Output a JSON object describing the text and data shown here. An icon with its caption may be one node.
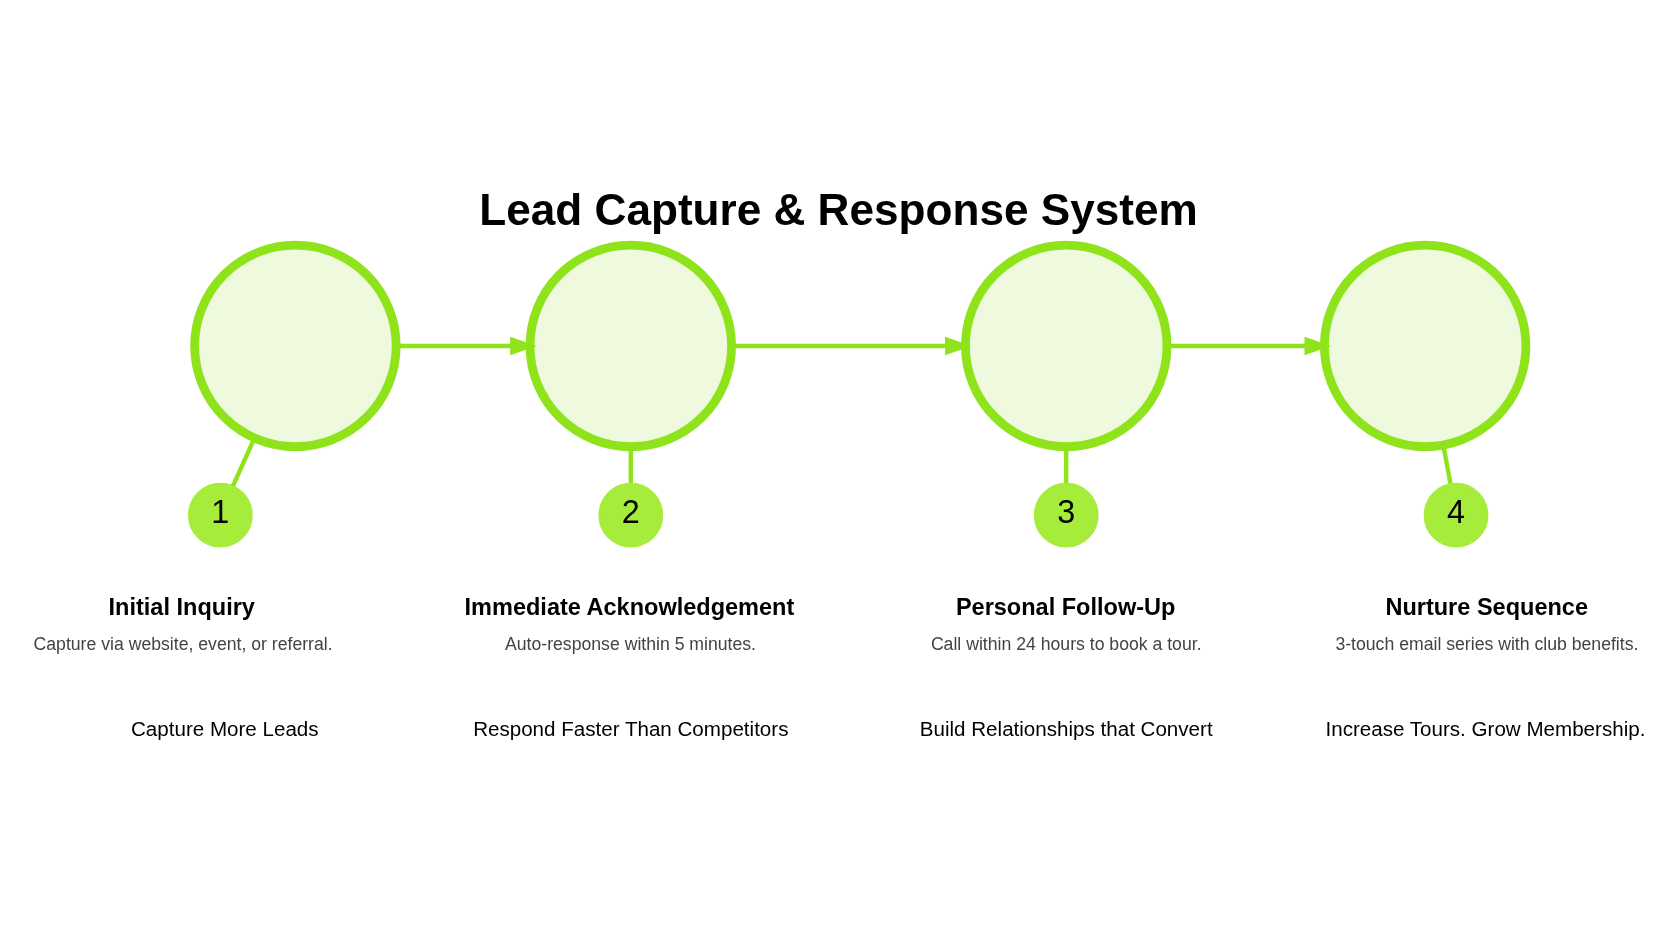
{
  "diagram": {
    "title": "Lead Capture & Response System",
    "nodes": [
      {
        "text": [],
        "shape": "circle"
      },
      {
        "text": [],
        "shape": "circle"
      },
      {
        "text": [],
        "shape": "circle"
      },
      {
        "text": [],
        "shape": "circle"
      },
      {
        "text": [
          "1"
        ],
        "beside": [
          "Initial Inquiry",
          "Capture via website, event, or referral."
        ]
      },
      {
        "text": [
          "2"
        ],
        "beside": [
          "Immediate Acknowledgement",
          "Auto-response within 5 minutes."
        ]
      },
      {
        "text": [
          "3"
        ],
        "beside": [
          "Personal Follow-Up",
          "Call within 24 hours to book a tour."
        ]
      },
      {
        "text": [
          "4"
        ],
        "beside": [
          "Nurture Sequence",
          "3-touch email series with club benefits."
        ]
      }
    ],
    "edges": [
      {
        "from": 0,
        "to": 1,
        "arrow": "to"
      },
      {
        "from": 1,
        "to": 2,
        "arrow": "to"
      },
      {
        "from": 2,
        "to": 3,
        "arrow": "to"
      },
      {
        "from": 0,
        "to": 4,
        "arrow": "none"
      },
      {
        "from": 1,
        "to": 5,
        "arrow": "none"
      },
      {
        "from": 2,
        "to": 6,
        "arrow": "none"
      },
      {
        "from": 3,
        "to": 7,
        "arrow": "none"
      }
    ],
    "labels": [
      "Capture More Leads",
      "Respond Faster Than Competitors",
      "Build Relationships that Convert",
      "Increase Tours. Grow Membership."
    ]
  }
}
